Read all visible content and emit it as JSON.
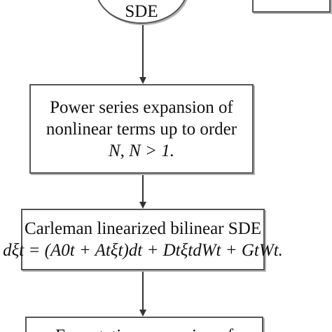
{
  "nodes": {
    "top_circle": {
      "text": "SDE"
    },
    "box1": {
      "line1": "Power series expansion of",
      "line2": "nonlinear terms up to order",
      "line3": "N, N > 1."
    },
    "box2": {
      "line1": "Carleman linearized bilinear SDE",
      "line2": "dξt = (A0t + Atξt)dt + DtξtdWt + GtWt."
    },
    "box3": {
      "line1": "Expectation expansion of"
    }
  }
}
